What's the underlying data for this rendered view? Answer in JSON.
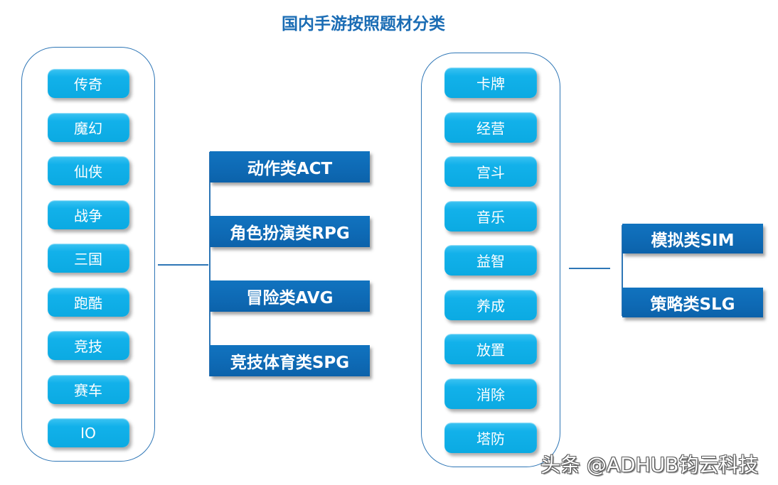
{
  "title": "国内手游按照题材分类",
  "left": {
    "themes": [
      "传奇",
      "魔幻",
      "仙侠",
      "战争",
      "三国",
      "跑酷",
      "竞技",
      "赛车",
      "IO"
    ],
    "categories": [
      "动作类ACT",
      "角色扮演类RPG",
      "冒险类AVG",
      "竞技体育类SPG"
    ]
  },
  "right": {
    "themes": [
      "卡牌",
      "经营",
      "宫斗",
      "音乐",
      "益智",
      "养成",
      "放置",
      "消除",
      "塔防"
    ],
    "categories": [
      "模拟类SIM",
      "策略类SLG"
    ]
  },
  "watermark": "头条 @ADHUB钧云科技",
  "colors": {
    "theme_chip_cyan": "#10B0E8",
    "category_bar_blue": "#0E6AB5",
    "title_blue": "#1A6CB4",
    "outline_blue": "#2E76B6",
    "text_white": "#FFFFFF"
  }
}
